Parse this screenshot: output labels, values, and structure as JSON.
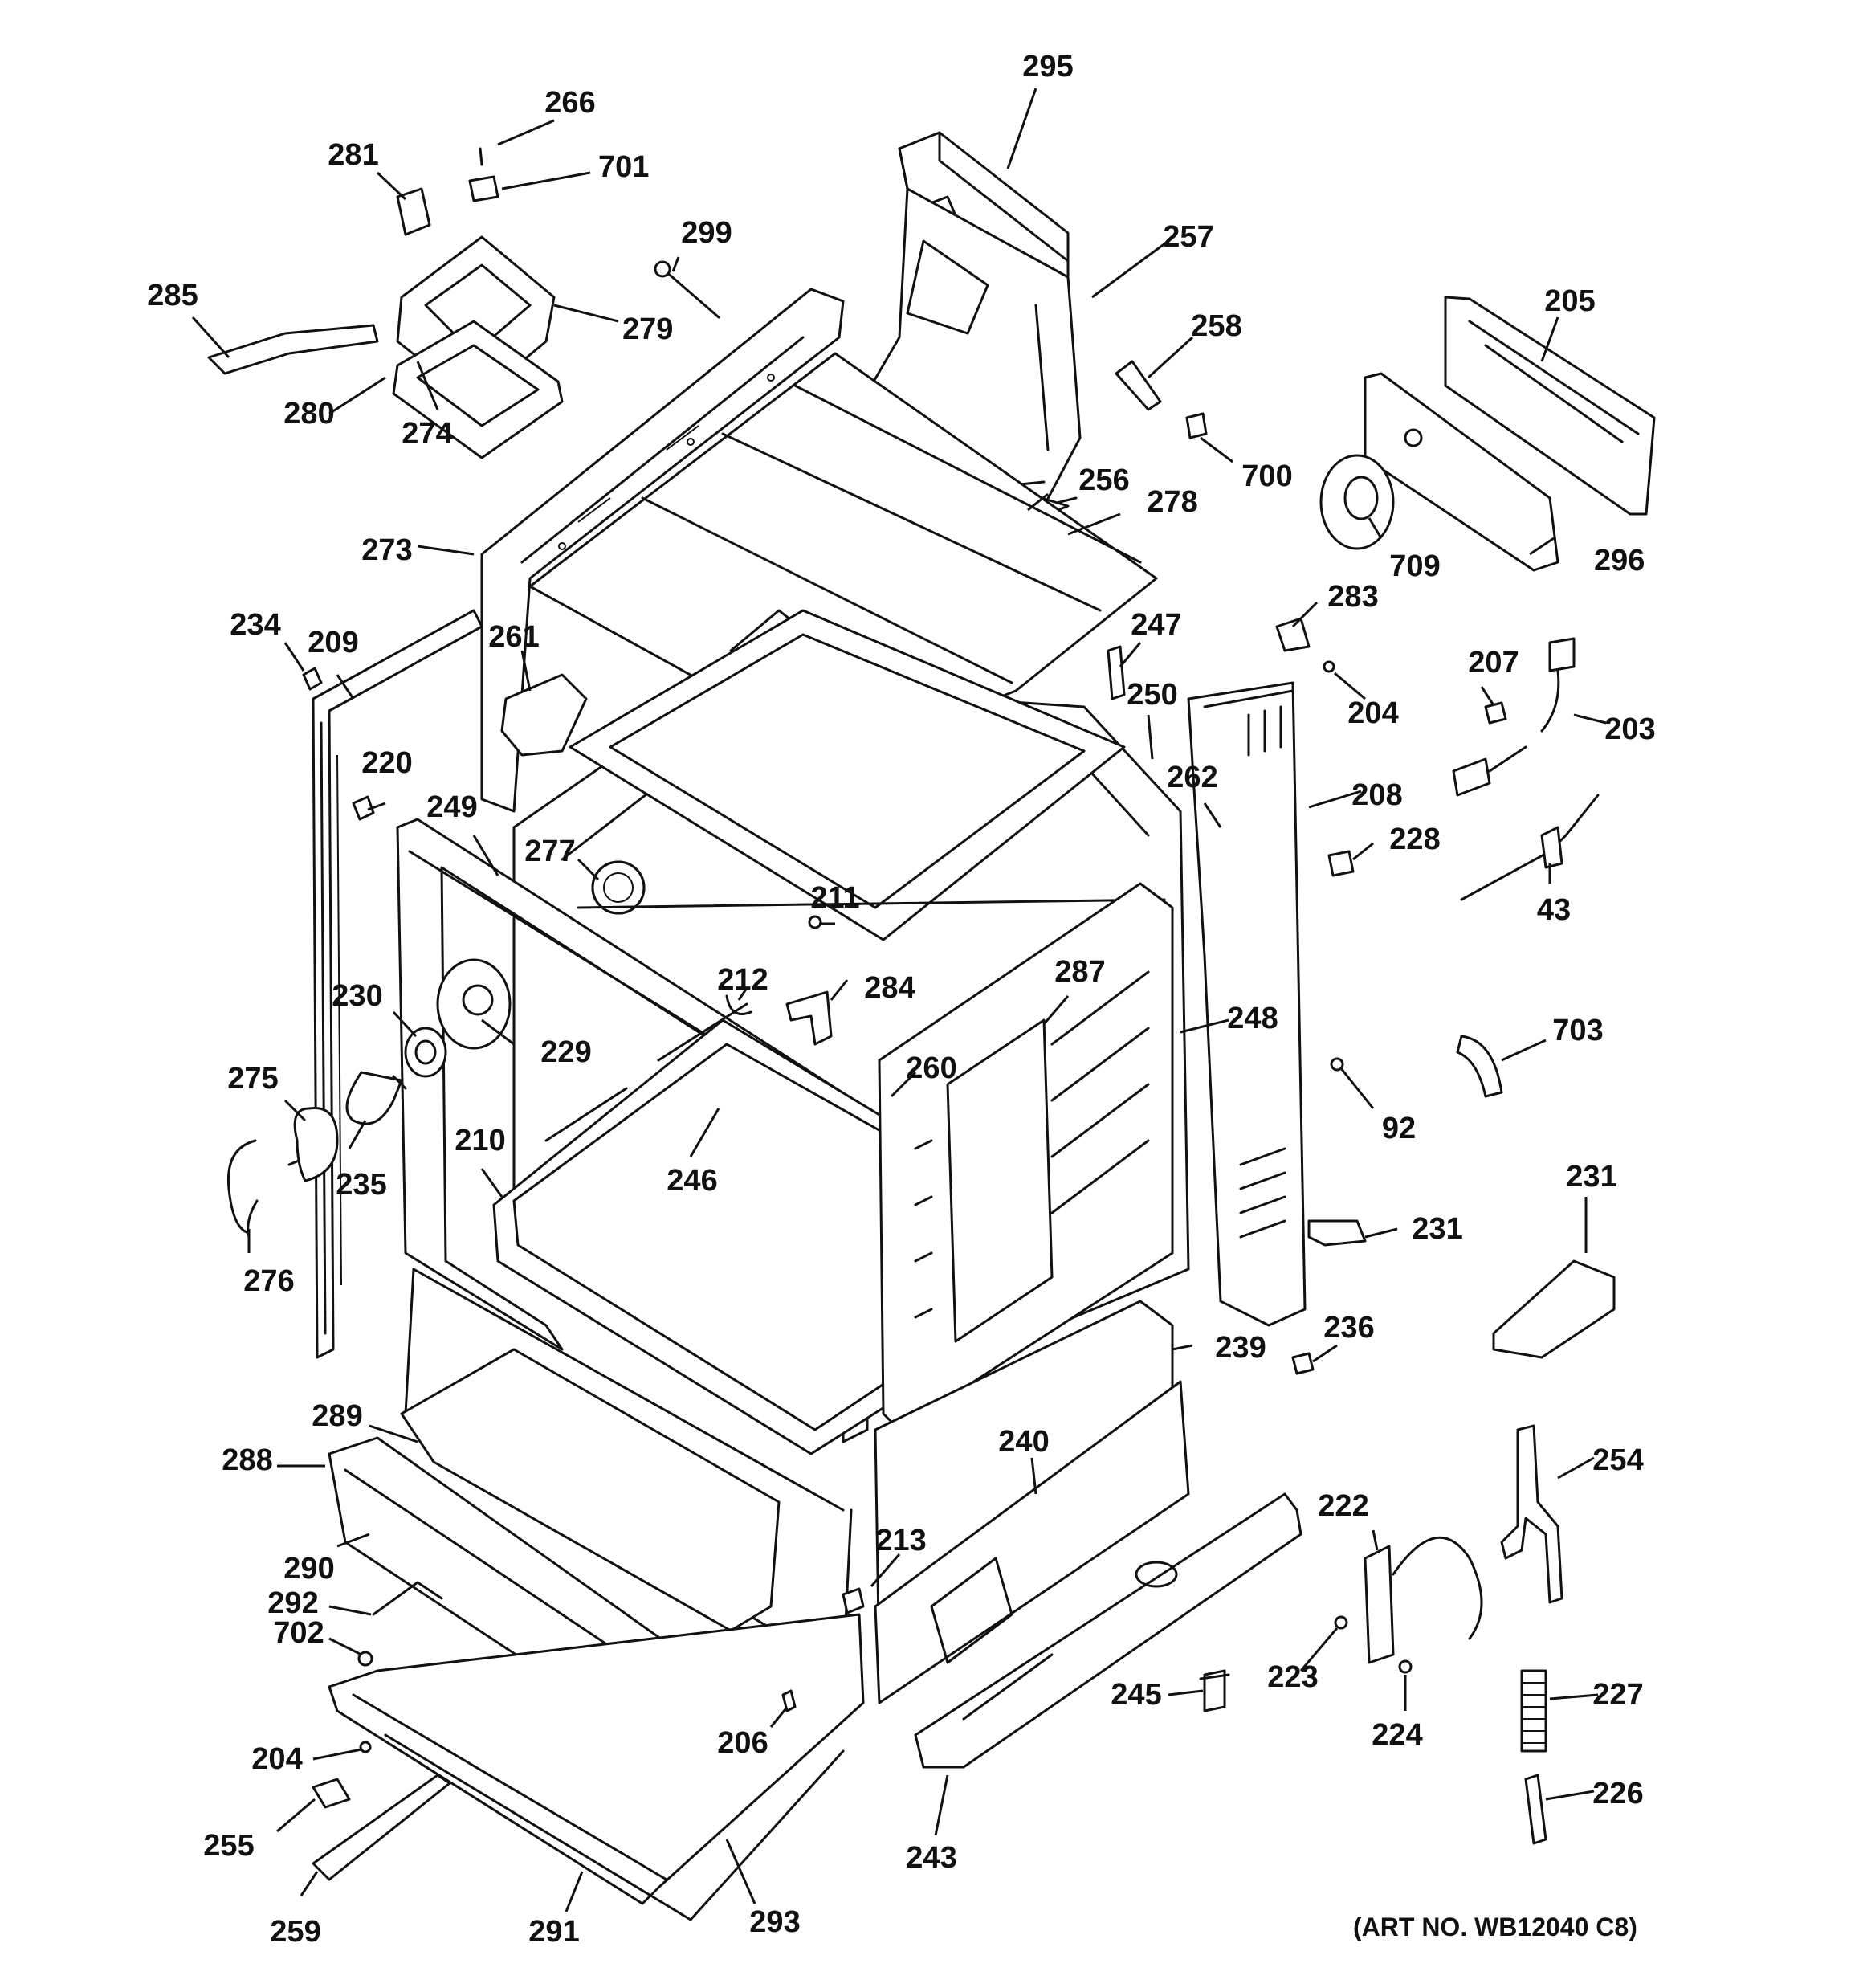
{
  "art_number": "(ART NO. WB12040 C8)",
  "callouts": [
    {
      "id": "c295",
      "text": "295"
    },
    {
      "id": "c266",
      "text": "266"
    },
    {
      "id": "c281",
      "text": "281"
    },
    {
      "id": "c701",
      "text": "701"
    },
    {
      "id": "c299",
      "text": "299"
    },
    {
      "id": "c257",
      "text": "257"
    },
    {
      "id": "c285",
      "text": "285"
    },
    {
      "id": "c279",
      "text": "279"
    },
    {
      "id": "c280",
      "text": "280"
    },
    {
      "id": "c274",
      "text": "274"
    },
    {
      "id": "c258",
      "text": "258"
    },
    {
      "id": "c205",
      "text": "205"
    },
    {
      "id": "c700",
      "text": "700"
    },
    {
      "id": "c256",
      "text": "256"
    },
    {
      "id": "c278",
      "text": "278"
    },
    {
      "id": "c709",
      "text": "709"
    },
    {
      "id": "c296",
      "text": "296"
    },
    {
      "id": "c273",
      "text": "273"
    },
    {
      "id": "c283",
      "text": "283"
    },
    {
      "id": "c234",
      "text": "234"
    },
    {
      "id": "c209",
      "text": "209"
    },
    {
      "id": "c261",
      "text": "261"
    },
    {
      "id": "c247",
      "text": "247"
    },
    {
      "id": "c207",
      "text": "207"
    },
    {
      "id": "c250",
      "text": "250"
    },
    {
      "id": "c204a",
      "text": "204"
    },
    {
      "id": "c203",
      "text": "203"
    },
    {
      "id": "c220",
      "text": "220"
    },
    {
      "id": "c262",
      "text": "262"
    },
    {
      "id": "c208",
      "text": "208"
    },
    {
      "id": "c249",
      "text": "249"
    },
    {
      "id": "c277",
      "text": "277"
    },
    {
      "id": "c228",
      "text": "228"
    },
    {
      "id": "c211",
      "text": "211"
    },
    {
      "id": "c43",
      "text": "43"
    },
    {
      "id": "c212",
      "text": "212"
    },
    {
      "id": "c287",
      "text": "287"
    },
    {
      "id": "c230",
      "text": "230"
    },
    {
      "id": "c284",
      "text": "284"
    },
    {
      "id": "c248",
      "text": "248"
    },
    {
      "id": "c703",
      "text": "703"
    },
    {
      "id": "c229",
      "text": "229"
    },
    {
      "id": "c260",
      "text": "260"
    },
    {
      "id": "c275",
      "text": "275"
    },
    {
      "id": "c92",
      "text": "92"
    },
    {
      "id": "c210",
      "text": "210"
    },
    {
      "id": "c235",
      "text": "235"
    },
    {
      "id": "c246",
      "text": "246"
    },
    {
      "id": "c231a",
      "text": "231"
    },
    {
      "id": "c231b",
      "text": "231"
    },
    {
      "id": "c276",
      "text": "276"
    },
    {
      "id": "c236",
      "text": "236"
    },
    {
      "id": "c239",
      "text": "239"
    },
    {
      "id": "c289",
      "text": "289"
    },
    {
      "id": "c240",
      "text": "240"
    },
    {
      "id": "c254",
      "text": "254"
    },
    {
      "id": "c288",
      "text": "288"
    },
    {
      "id": "c222",
      "text": "222"
    },
    {
      "id": "c213",
      "text": "213"
    },
    {
      "id": "c290",
      "text": "290"
    },
    {
      "id": "c292",
      "text": "292"
    },
    {
      "id": "c702",
      "text": "702"
    },
    {
      "id": "c227",
      "text": "227"
    },
    {
      "id": "c245",
      "text": "245"
    },
    {
      "id": "c223",
      "text": "223"
    },
    {
      "id": "c206",
      "text": "206"
    },
    {
      "id": "c204b",
      "text": "204"
    },
    {
      "id": "c224",
      "text": "224"
    },
    {
      "id": "c226",
      "text": "226"
    },
    {
      "id": "c255",
      "text": "255"
    },
    {
      "id": "c243",
      "text": "243"
    },
    {
      "id": "c259",
      "text": "259"
    },
    {
      "id": "c291",
      "text": "291"
    },
    {
      "id": "c293",
      "text": "293"
    }
  ]
}
